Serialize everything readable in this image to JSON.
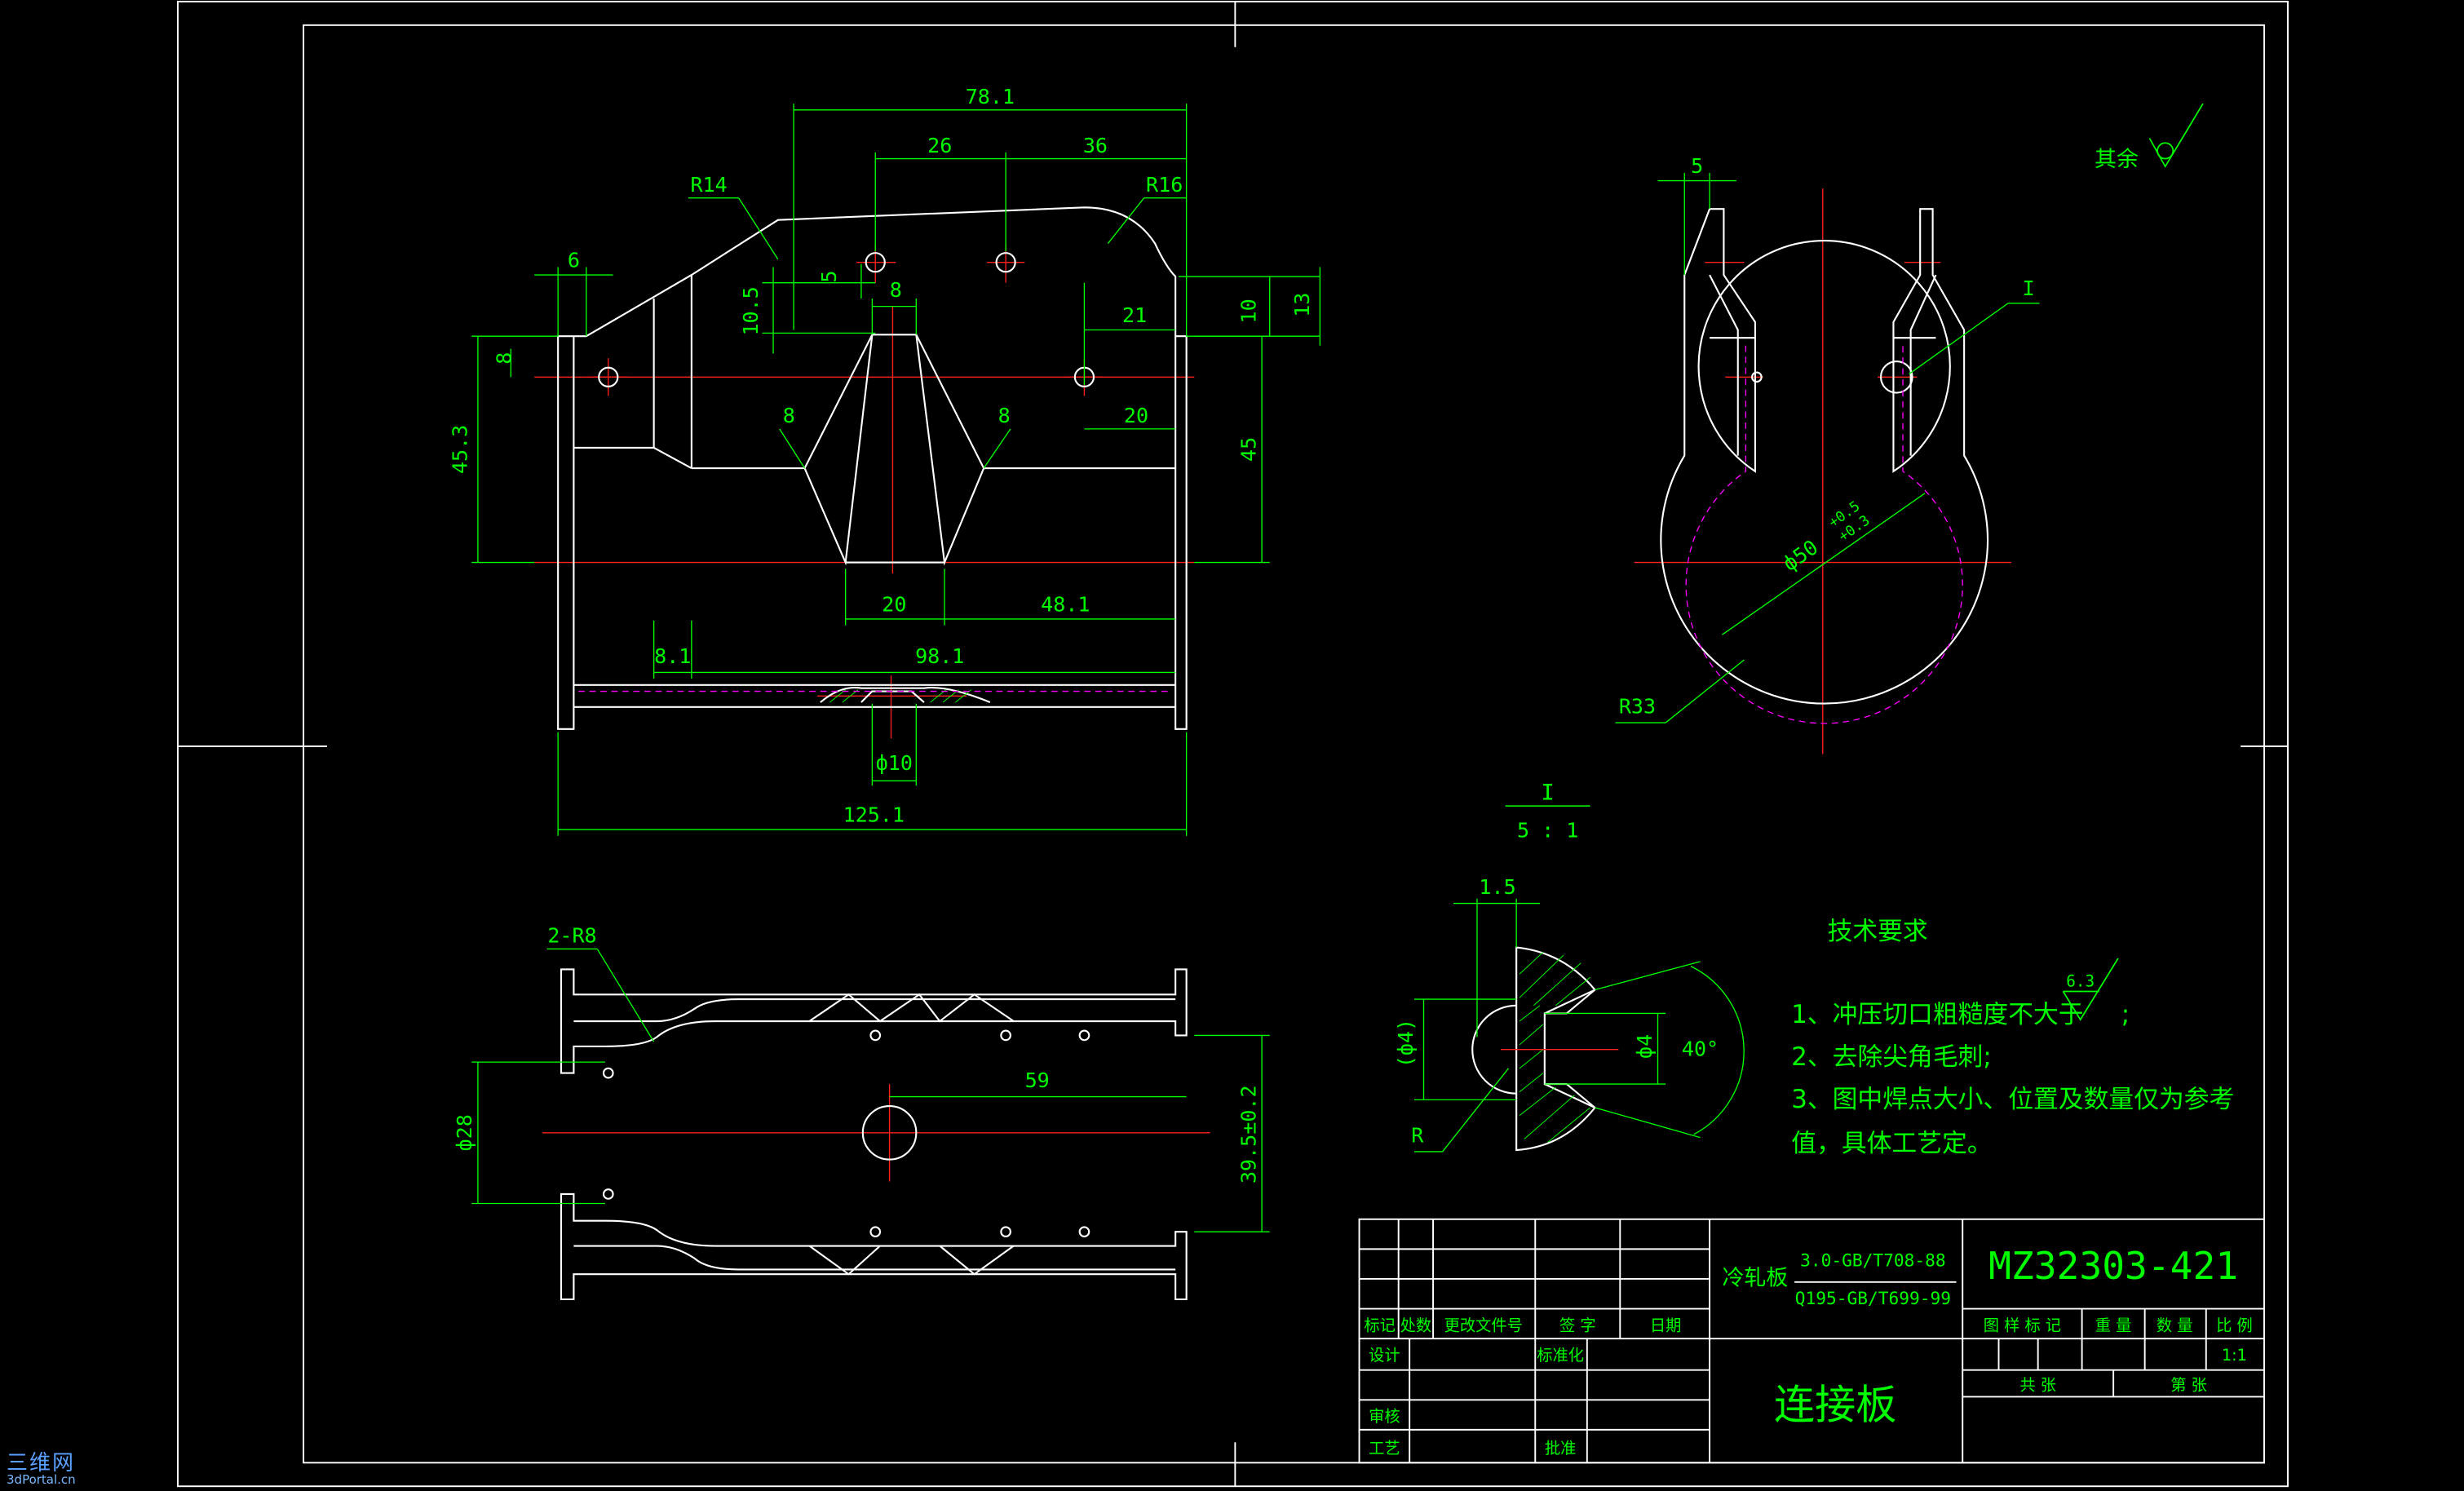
{
  "colors": {
    "background": "#000000",
    "outline": "#ffffff",
    "dimension": "#00ff00",
    "centerline": "#ff2020",
    "hidden": "#ff00ff",
    "text": "#00ff00",
    "watermark": "#5aa0ff"
  },
  "front_view": {
    "dims": {
      "d78_1": "78.1",
      "d26": "26",
      "d36": "36",
      "r14": "R14",
      "r16": "R16",
      "d6": "6",
      "d8_top": "8",
      "d5": "5",
      "d10_5": "10.5",
      "d8_left": "8",
      "d21": "21",
      "d10": "10",
      "d13": "13",
      "d45_3": "45.3",
      "d8_a": "8",
      "d8_b": "8",
      "d20_r": "20",
      "d45": "45",
      "d20_b": "20",
      "d48_1": "48.1",
      "d8_1": "8.1",
      "d98_1": "98.1",
      "phi10": "ф10",
      "d125_1": "125.1"
    }
  },
  "bottom_view": {
    "dims": {
      "r2_8": "2-R8",
      "phi28": "ф28",
      "d59": "59",
      "d39_5": "39.5±0.2"
    }
  },
  "side_view": {
    "dims": {
      "d5": "5",
      "label_i": "I",
      "phi50": "ф50",
      "tol_up": "+0.5",
      "tol_dn": "+0.3",
      "r33": "R33"
    }
  },
  "roughness_other": "其余",
  "detail": {
    "title": "I",
    "scale": "5 : 1",
    "d1_5": "1.5",
    "phi4_ref": "(ф4)",
    "phi4": "ф4",
    "angle": "40°",
    "r": "R"
  },
  "tech_req": {
    "title": "技术要求",
    "roughness_value": "6.3",
    "line1": "1、冲压切口粗糙度不大于",
    "line1_end": ";",
    "line2": "2、去除尖角毛刺;",
    "line3": "3、图中焊点大小、位置及数量仅为参考",
    "line4": "值，具体工艺定。"
  },
  "title_block": {
    "material_label": "冷轧板",
    "material_spec1": "3.0-GB/T708-88",
    "material_spec2": "Q195-GB/T699-99",
    "drawing_no": "MZ32303-421",
    "part_name": "连接板",
    "hdr_mark": "标记",
    "hdr_count": "处数",
    "hdr_docno": "更改文件号",
    "hdr_sign": "签 字",
    "hdr_date": "日期",
    "design": "设计",
    "standard": "标准化",
    "review": "审核",
    "process": "工艺",
    "approve": "批准",
    "stage": "图 样 标 记",
    "weight": "重 量",
    "quantity": "数 量",
    "scale_label": "比 例",
    "scale_value": "1:1",
    "total_sheets": "共    张",
    "sheet": "第    张"
  },
  "watermark": {
    "line1": "三维网",
    "line2": "3dPortal.cn"
  }
}
